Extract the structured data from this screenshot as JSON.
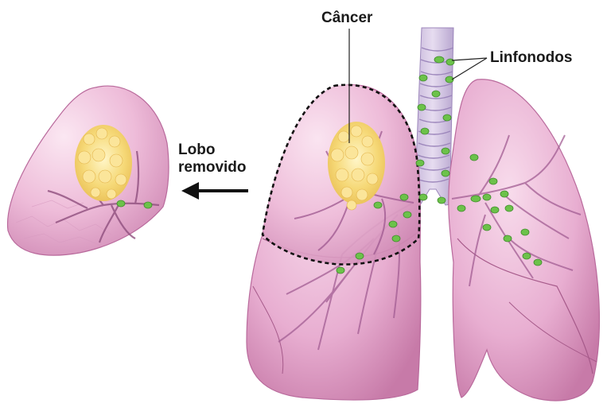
{
  "labels": {
    "cancer": "Câncer",
    "lymph_nodes": "Linfonodos",
    "lobe_removed_line1": "Lobo",
    "lobe_removed_line2": "removido"
  },
  "colors": {
    "lung_fill": "#e7a6cd",
    "lung_light": "#f3cfe4",
    "lung_dark": "#c97aac",
    "tumor": "#f5d76e",
    "lymph_node": "#6cc24a",
    "trachea": "#c9b7dc",
    "outline_dashed": "#111111",
    "arrow": "#111111"
  }
}
